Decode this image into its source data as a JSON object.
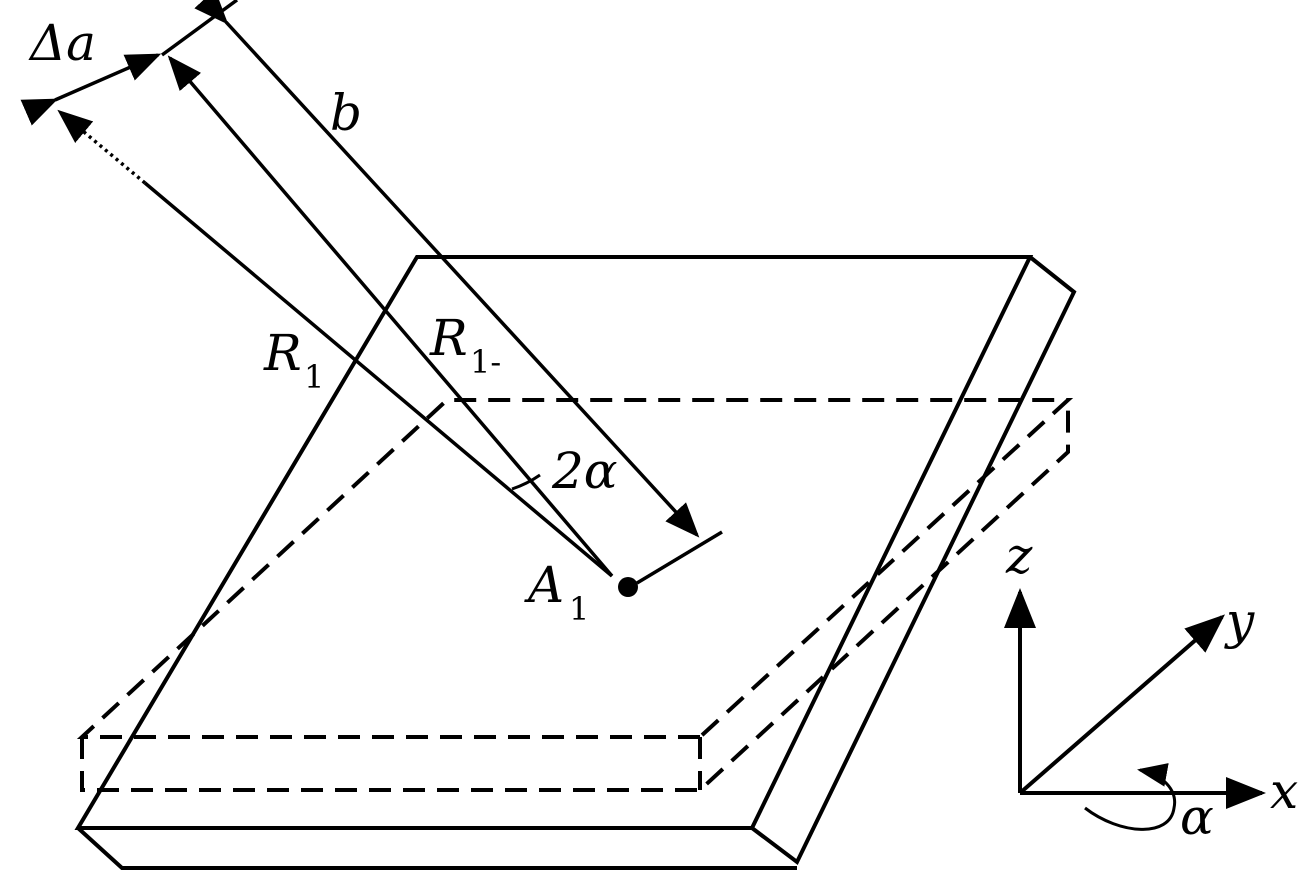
{
  "diagram": {
    "labels": {
      "delta_a": "Δa",
      "b": "b",
      "r1_main": "R",
      "r1_sub": "1",
      "r1m_main": "R",
      "r1m_sub": "1-",
      "two_alpha": "2α",
      "a1_main": "A",
      "a1_sub": "1",
      "z": "z",
      "y": "y",
      "x": "x",
      "alpha": "α"
    },
    "colors": {
      "stroke": "#000000",
      "background": "#ffffff"
    }
  }
}
